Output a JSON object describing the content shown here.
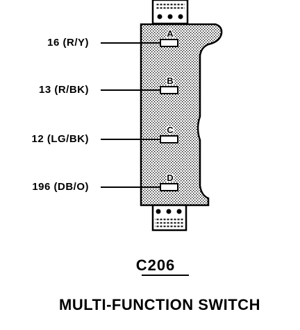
{
  "connector": {
    "id": "C206",
    "name": "MULTI-FUNCTION SWITCH"
  },
  "pins": [
    {
      "letter": "A",
      "wire": "16 (R/Y)"
    },
    {
      "letter": "B",
      "wire": "13 (R/BK)"
    },
    {
      "letter": "C",
      "wire": "12 (LG/BK)"
    },
    {
      "letter": "D",
      "wire": "196 (DB/O)"
    }
  ]
}
